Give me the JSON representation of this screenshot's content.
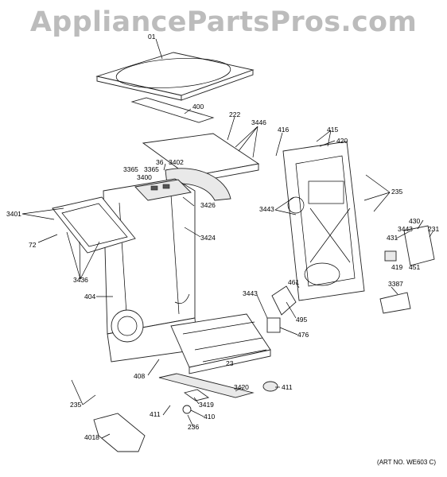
{
  "watermark": "AppliancePartsPros.com",
  "art_number": "(ART NO. WE603 C)",
  "labels": {
    "l01": "01",
    "l400": "400",
    "l222": "222",
    "l3446": "3446",
    "l416": "416",
    "l415": "415",
    "l420": "420",
    "l36": "36",
    "l3402": "3402",
    "l3365a": "3365",
    "l3365b": "3365",
    "l3400": "3400",
    "l3426": "3426",
    "l3401": "3401",
    "l72": "72",
    "l3424": "3424",
    "l3443a": "3443",
    "l235a": "235",
    "l430": "430",
    "l3443b": "3443",
    "l231": "231",
    "l431": "431",
    "l451": "451",
    "l419": "419",
    "l3436": "3436",
    "l461": "461",
    "l3387": "3387",
    "l404": "404",
    "l3443c": "3443",
    "l495": "495",
    "l476": "476",
    "l408": "408",
    "l23": "23",
    "l411a": "411",
    "l3420": "3420",
    "l235b": "235",
    "l3419": "3419",
    "l411b": "411",
    "l410": "410",
    "l236": "236",
    "l4018": "4018"
  }
}
